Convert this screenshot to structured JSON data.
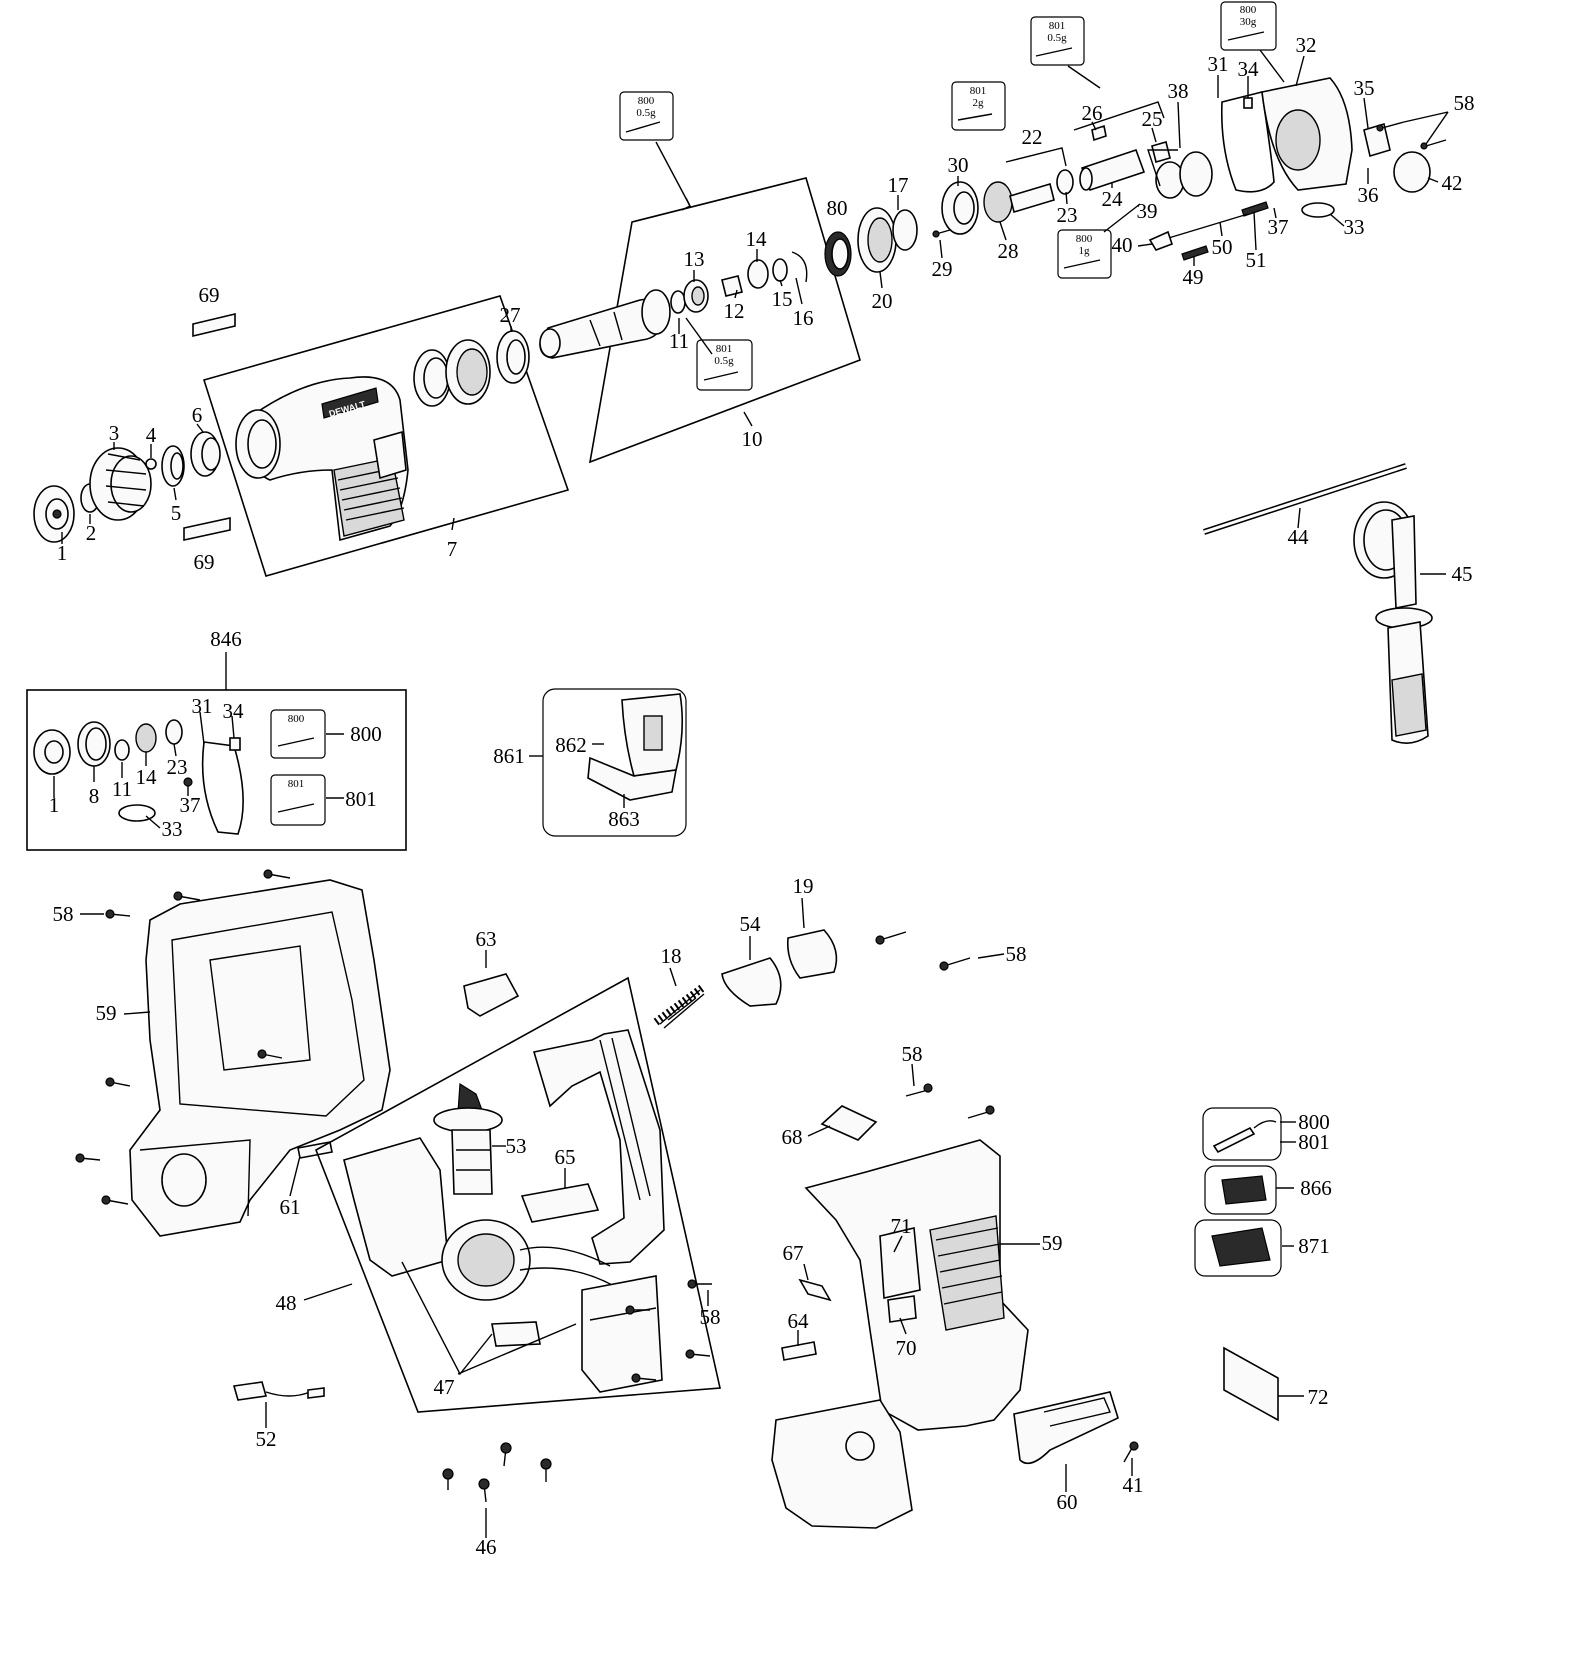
{
  "brand_text": "DEWALT",
  "labels": {
    "p1": "1",
    "p2": "2",
    "p3": "3",
    "p4": "4",
    "p5": "5",
    "p6": "6",
    "p7": "7",
    "p69a": "69",
    "p69b": "69",
    "p27": "27",
    "p10": "10",
    "p11": "11",
    "p12": "12",
    "p13": "13",
    "p14": "14",
    "p15": "15",
    "p16": "16",
    "p80": "80",
    "p17": "17",
    "p20": "20",
    "p29": "29",
    "p30": "30",
    "p28": "28",
    "p22": "22",
    "p23": "23",
    "p26": "26",
    "p24": "24",
    "p25": "25",
    "p38": "38",
    "p39": "39",
    "p31": "31",
    "p34": "34",
    "p32": "32",
    "p35": "35",
    "p58a": "58",
    "p36": "36",
    "p42": "42",
    "p33": "33",
    "p37": "37",
    "p40": "40",
    "p50": "50",
    "p49": "49",
    "p51": "51",
    "p44": "44",
    "p45": "45",
    "k846": "846",
    "k1": "1",
    "k8": "8",
    "k11": "11",
    "k14": "14",
    "k23": "23",
    "k31": "31",
    "k34": "34",
    "k37": "37",
    "k33": "33",
    "k800": "800",
    "k801": "801",
    "p861": "861",
    "p862": "862",
    "p863": "863",
    "p58b": "58",
    "p59a": "59",
    "p61": "61",
    "p63": "63",
    "p18": "18",
    "p54": "54",
    "p19": "19",
    "p58c": "58",
    "p53": "53",
    "p65": "65",
    "p48": "48",
    "p47": "47",
    "p58d": "58",
    "p52": "52",
    "p46": "46",
    "p58e": "58",
    "p68": "68",
    "p71": "71",
    "p59b": "59",
    "p67": "67",
    "p64": "64",
    "p70": "70",
    "p60": "60",
    "p41": "41",
    "a800": "800",
    "a801": "801",
    "p866": "866",
    "p871": "871",
    "p72": "72"
  },
  "grease_boxes": {
    "g1": {
      "code": "800",
      "amount": "0.5g"
    },
    "g2": {
      "code": "801",
      "amount": "0.5g"
    },
    "g3": {
      "code": "801",
      "amount": "2g"
    },
    "g4": {
      "code": "801",
      "amount": "0.5g"
    },
    "g5": {
      "code": "800",
      "amount": "30g"
    },
    "g6": {
      "code": "800",
      "amount": "1g"
    },
    "k1": {
      "code": "800",
      "amount": ""
    },
    "k2": {
      "code": "801",
      "amount": ""
    }
  }
}
